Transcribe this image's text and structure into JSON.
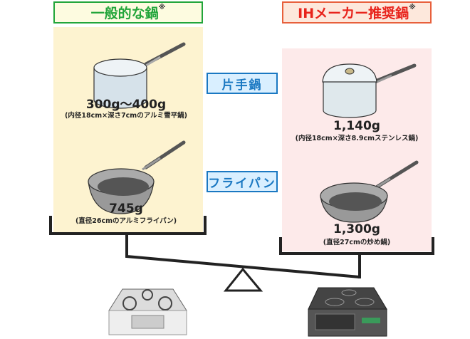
{
  "headers": {
    "general": "一般的な鍋",
    "ih": "IHメーカー推奨鍋",
    "note_mark": "※"
  },
  "categories": {
    "saucepan": "片手鍋",
    "frypan": "フライパン"
  },
  "general": {
    "saucepan": {
      "weight": "300g〜400g",
      "desc": "(内径18cm×深さ7cmのアルミ雪平鍋)"
    },
    "frypan": {
      "weight": "745g",
      "desc": "(直径26cmのアルミフライパン)"
    }
  },
  "ih": {
    "saucepan": {
      "weight": "1,140g",
      "desc": "(内径18cm×深さ8.9cmステンレス鍋)"
    },
    "frypan": {
      "weight": "1,300g",
      "desc": "(直径27cmの炒め鍋)"
    }
  },
  "colors": {
    "general_border": "#22a53a",
    "ih_border": "#e8603c",
    "general_panel": "#fdf3d0",
    "ih_panel": "#fdeaea",
    "label_blue": "#1a78c2",
    "header_text_green": "#22a53a",
    "header_text_red": "#e8241c"
  }
}
